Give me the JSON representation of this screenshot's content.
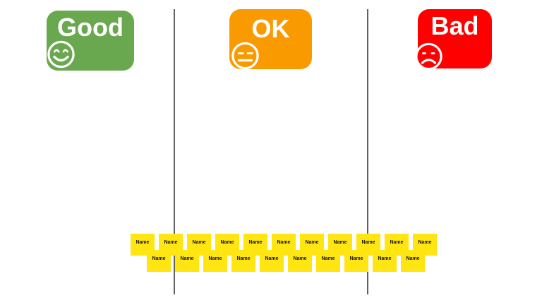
{
  "board": {
    "title": "retro-board",
    "background_color": "#ffffff",
    "divider_color": "#606060"
  },
  "columns": [
    {
      "id": "good",
      "label": "Good",
      "color": "#6aa84f",
      "face_icon": "smiley-face-icon"
    },
    {
      "id": "ok",
      "label": "OK",
      "color": "#f99b00",
      "face_icon": "neutral-face-icon"
    },
    {
      "id": "bad",
      "label": "Bad",
      "color": "#fe0000",
      "face_icon": "sad-face-icon"
    }
  ],
  "notes": {
    "label": "Name",
    "color": "#ffe512",
    "text_color": "#111111",
    "top_row_count": 11,
    "bottom_row_count": 10
  }
}
